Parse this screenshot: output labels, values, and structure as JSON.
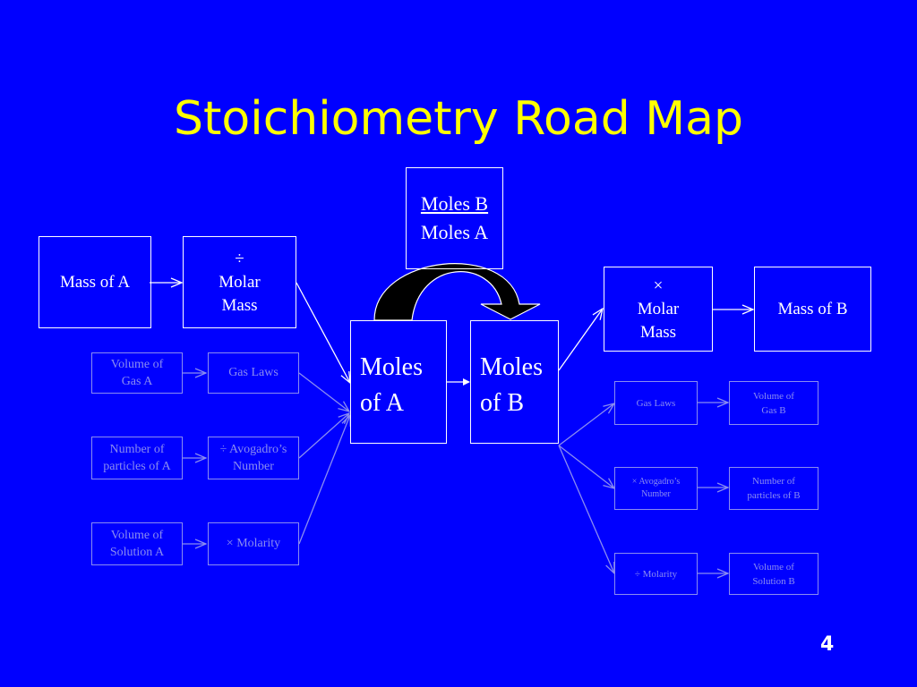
{
  "title": "Stoichiometry Road Map",
  "page_number": "4",
  "ratio": {
    "top": "Moles B",
    "bottom": "Moles A"
  },
  "left": {
    "mass_a": "Mass of A",
    "divide_sym": "÷",
    "molar": "Molar",
    "mass": "Mass",
    "volume_gas_a": [
      "Volume of",
      "Gas A"
    ],
    "gas_laws": "Gas Laws",
    "particles_a": [
      "Number of",
      "particles of A"
    ],
    "avogadro": [
      "÷ Avogadro’s",
      "Number"
    ],
    "volume_sol_a": [
      "Volume of",
      "Solution A"
    ],
    "molarity": "× Molarity"
  },
  "center": {
    "moles_a": [
      "Moles",
      "of A"
    ],
    "moles_b": [
      "Moles",
      "of B"
    ]
  },
  "right": {
    "times_sym": "×",
    "molar": "Molar",
    "mass": "Mass",
    "mass_b": "Mass of B",
    "gas_laws": "Gas Laws",
    "volume_gas_b": [
      "Volume of",
      "Gas B"
    ],
    "avogadro": [
      "× Avogadro’s",
      "Number"
    ],
    "particles_b": [
      "Number of",
      "particles of B"
    ],
    "molarity": "÷  Molarity",
    "volume_sol_b": [
      "Volume of",
      "Solution B"
    ]
  },
  "colors": {
    "background": "#0000ff",
    "title": "#ffff00",
    "main": "#ffffff",
    "dim": "#8a8cf0",
    "curve": "#000000"
  }
}
